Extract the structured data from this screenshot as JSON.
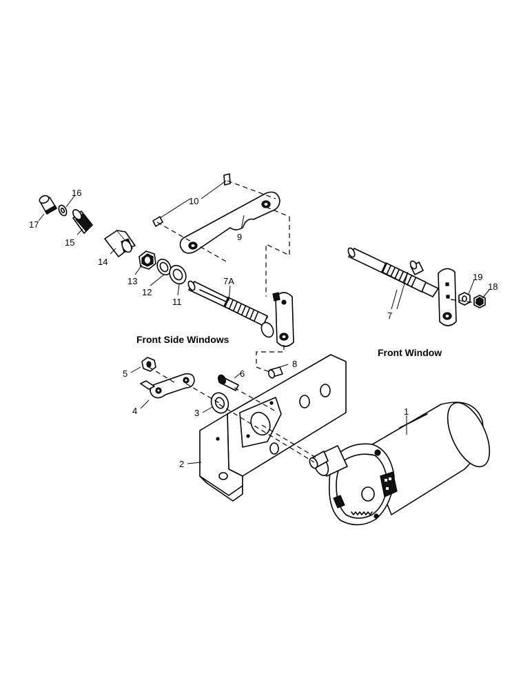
{
  "labels": {
    "front_side_windows": "Front Side Windows",
    "front_window": "Front Window"
  },
  "callouts": {
    "c1": "1",
    "c2": "2",
    "c3": "3",
    "c4": "4",
    "c5": "5",
    "c6": "6",
    "c7": "7",
    "c7a": "7A",
    "c8": "8",
    "c9": "9",
    "c10": "10",
    "c11": "11",
    "c12": "12",
    "c13": "13",
    "c14": "14",
    "c15": "15",
    "c16": "16",
    "c17": "17",
    "c18": "18",
    "c19": "19"
  }
}
